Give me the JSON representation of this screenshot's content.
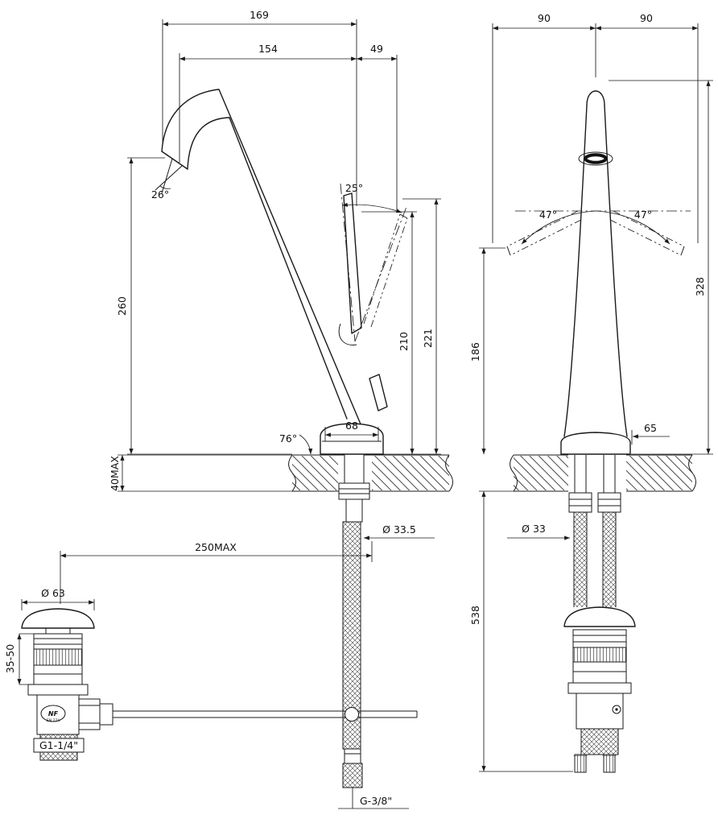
{
  "side_view": {
    "d169": "169",
    "d154": "154",
    "d49": "49",
    "a26": "26°",
    "a25": "25°",
    "d260": "260",
    "d210": "210",
    "d221": "221",
    "a76": "76°",
    "d68": "68",
    "d40max": "40MAX",
    "dia335": "Ø 33.5",
    "d250max": "250MAX",
    "g38": "G-3/8\""
  },
  "front_view": {
    "d90a": "90",
    "d90b": "90",
    "a47a": "47°",
    "a47b": "47°",
    "d186": "186",
    "d328": "328",
    "d65": "65",
    "dia33": "Ø 33",
    "d538": "538"
  },
  "drain": {
    "dia63": "Ø 63",
    "d3550": "35-50",
    "nf": "NF",
    "en": "EN 274",
    "g114": "G1-1/4\""
  },
  "colors": {
    "line": "#1a1a1a",
    "background": "#ffffff"
  }
}
